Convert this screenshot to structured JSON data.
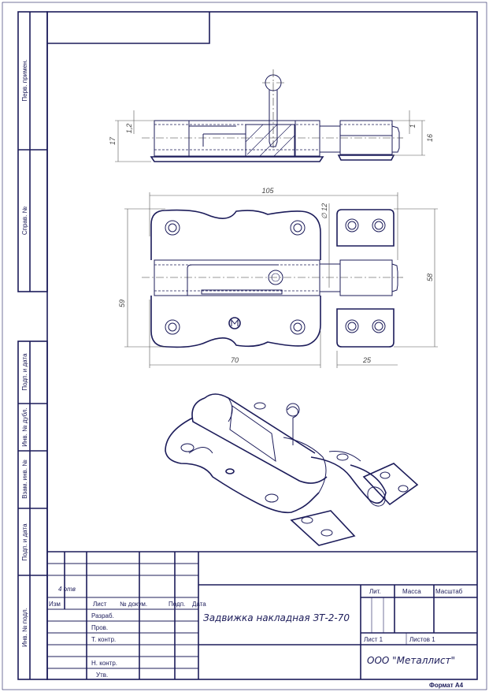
{
  "side_strip": {
    "perv_primen": "Перв. примен.",
    "sprav_no": "Справ. №",
    "podp_data_1": "Подп. и дата",
    "inv_dubl": "Инв. № дубл.",
    "vzam_inv": "Взам. инв. №",
    "podp_data_2": "Подп. и дата",
    "inv_podl": "Инв. № подл."
  },
  "dimensions": {
    "top_17": "17",
    "top_1_2": "1,2",
    "top_1": "1",
    "top_16": "16",
    "front_105": "105",
    "front_d12": "∅ 12",
    "front_59": "59",
    "front_58": "58",
    "front_70": "70",
    "front_25": "25"
  },
  "title_block": {
    "holes_note": "4 отв",
    "izm": "Изм",
    "list": "Лист",
    "doc_no": "№ докум.",
    "podp": "Подп.",
    "date": "Дата",
    "razrab": "Разраб.",
    "prov": "Пров.",
    "t_kontr": "Т. контр.",
    "n_kontr": "Н. контр.",
    "utv": "Утв.",
    "document_title": "Задвижка накладная ЗТ-2-70",
    "lit": "Лит.",
    "massa": "Масса",
    "masshtab": "Масштаб",
    "sheet": "Лист 1",
    "sheets": "Листов 1",
    "organization": "ООО \"Металлист\"",
    "format": "Формат А4"
  },
  "colors": {
    "line": "#1c1c5a"
  }
}
